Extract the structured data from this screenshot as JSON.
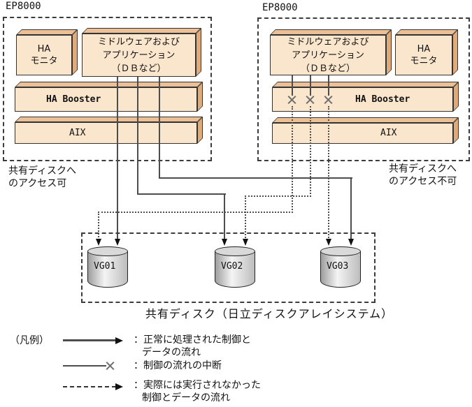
{
  "servers": [
    {
      "title": "EP8000",
      "ha_monitor_lines": [
        "HA",
        "モニタ"
      ],
      "middleware_lines": [
        "ミドルウェアおよび",
        "アプリケーション",
        "（ＤＢなど）"
      ],
      "ha_booster": "HA Booster",
      "os": "AIX",
      "caption_lines": [
        "共有ディスクへ",
        "のアクセス可"
      ]
    },
    {
      "title": "EP8000",
      "ha_monitor_lines": [
        "HA",
        "モニタ"
      ],
      "middleware_lines": [
        "ミドルウェアおよび",
        "アプリケーション",
        "（ＤＢなど）"
      ],
      "ha_booster": "HA Booster",
      "os": "AIX",
      "caption_lines": [
        "共有ディスクへ",
        "のアクセス不可"
      ]
    }
  ],
  "shared_disk": {
    "volumes": [
      "VG01",
      "VG02",
      "VG03"
    ],
    "caption": "共有ディスク（日立ディスクアレイシステム）"
  },
  "legend": {
    "title": "（凡例）",
    "items": [
      {
        "lines": [
          "：正常に処理された制御と",
          "データの流れ"
        ]
      },
      {
        "lines": [
          "：制御の流れの中断"
        ]
      },
      {
        "lines": [
          "：実際には実行されなかった",
          "制御とデータの流れ"
        ]
      }
    ]
  },
  "colors": {
    "box_front": "#fae6cd",
    "box_top": "#ecc096",
    "box_side": "#e0ab79",
    "flow_line": "#4d4d4d",
    "arrow": "#111111",
    "background": "#ffffff"
  }
}
